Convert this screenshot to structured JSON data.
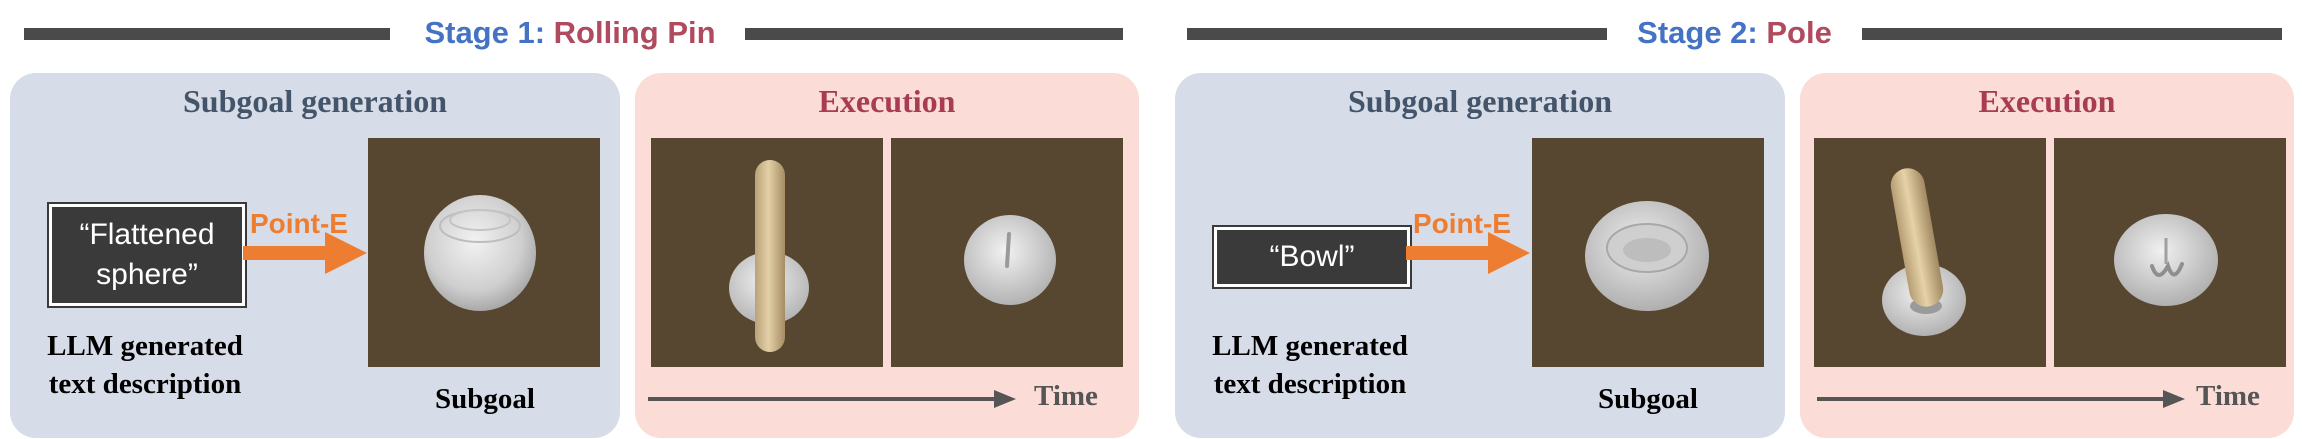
{
  "stages": [
    {
      "number_label": "Stage 1:",
      "name_label": "Rolling Pin",
      "generation": {
        "title": "Subgoal generation",
        "prompt_line1": "“Flattened",
        "prompt_line2": "sphere”",
        "method_label": "Point-E",
        "llm_caption_line1": "LLM generated",
        "llm_caption_line2": "text description",
        "subgoal_caption": "Subgoal"
      },
      "execution": {
        "title": "Execution",
        "time_label": "Time"
      }
    },
    {
      "number_label": "Stage 2:",
      "name_label": "Pole",
      "generation": {
        "title": "Subgoal generation",
        "prompt_line1": "“Bowl”",
        "method_label": "Point-E",
        "llm_caption_line1": "LLM generated",
        "llm_caption_line2": "text description",
        "subgoal_caption": "Subgoal"
      },
      "execution": {
        "title": "Execution",
        "time_label": "Time"
      }
    }
  ],
  "colors": {
    "stage_number": "#4472c4",
    "stage_name": "#b04a5e",
    "generation_panel": "#d6dce8",
    "execution_panel": "#fbdcd6",
    "method_arrow": "#ed7d31",
    "image_background": "#574630"
  }
}
